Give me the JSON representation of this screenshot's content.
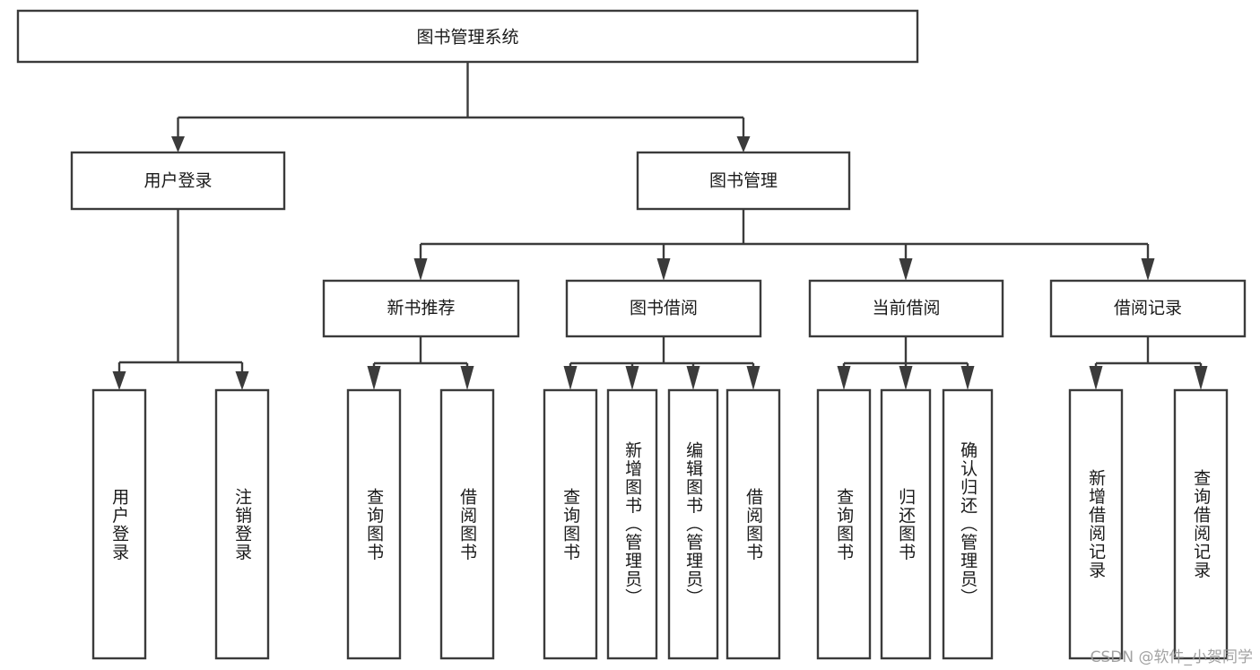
{
  "diagram": {
    "type": "tree",
    "title": "图书管理系统",
    "root": {
      "id": "root",
      "label": "图书管理系统",
      "orientation": "horizontal"
    },
    "level2": [
      {
        "id": "user-login",
        "label": "用户登录",
        "orientation": "horizontal"
      },
      {
        "id": "book-management",
        "label": "图书管理",
        "orientation": "horizontal"
      }
    ],
    "level3": [
      {
        "id": "new-book-recommend",
        "label": "新书推荐",
        "orientation": "horizontal",
        "parent": "book-management"
      },
      {
        "id": "book-borrow",
        "label": "图书借阅",
        "orientation": "horizontal",
        "parent": "book-management"
      },
      {
        "id": "current-borrow",
        "label": "当前借阅",
        "orientation": "horizontal",
        "parent": "book-management"
      },
      {
        "id": "borrow-record",
        "label": "借阅记录",
        "orientation": "horizontal",
        "parent": "book-management"
      }
    ],
    "leaves": [
      {
        "id": "leaf-user-login",
        "label": "用户登录",
        "orientation": "vertical",
        "parent": "user-login"
      },
      {
        "id": "leaf-logout-login",
        "label": "注销登录",
        "orientation": "vertical",
        "parent": "user-login"
      },
      {
        "id": "leaf-query-book-1",
        "label": "查询图书",
        "orientation": "vertical",
        "parent": "new-book-recommend"
      },
      {
        "id": "leaf-borrow-book-1",
        "label": "借阅图书",
        "orientation": "vertical",
        "parent": "new-book-recommend"
      },
      {
        "id": "leaf-query-book-2",
        "label": "查询图书",
        "orientation": "vertical",
        "parent": "book-borrow"
      },
      {
        "id": "leaf-add-book-admin",
        "label": "新增图书（管理员）",
        "orientation": "vertical",
        "parent": "book-borrow"
      },
      {
        "id": "leaf-edit-book-admin",
        "label": "编辑图书（管理员）",
        "orientation": "vertical",
        "parent": "book-borrow"
      },
      {
        "id": "leaf-borrow-book-2",
        "label": "借阅图书",
        "orientation": "vertical",
        "parent": "book-borrow"
      },
      {
        "id": "leaf-query-book-3",
        "label": "查询图书",
        "orientation": "vertical",
        "parent": "current-borrow"
      },
      {
        "id": "leaf-return-book",
        "label": "归还图书",
        "orientation": "vertical",
        "parent": "current-borrow"
      },
      {
        "id": "leaf-confirm-return-admin",
        "label": "确认归还（管理员）",
        "orientation": "vertical",
        "parent": "current-borrow"
      },
      {
        "id": "leaf-add-borrow-record",
        "label": "新增借阅记录",
        "orientation": "vertical",
        "parent": "borrow-record"
      },
      {
        "id": "leaf-query-borrow-record",
        "label": "查询借阅记录",
        "orientation": "vertical",
        "parent": "borrow-record"
      }
    ]
  },
  "watermark": {
    "text": "CSDN @软件_小贺同学"
  },
  "colors": {
    "stroke": "#3b3b3b",
    "fill": "#ffffff",
    "text": "#1a1a1a",
    "watermark": "#9b9b9b"
  }
}
